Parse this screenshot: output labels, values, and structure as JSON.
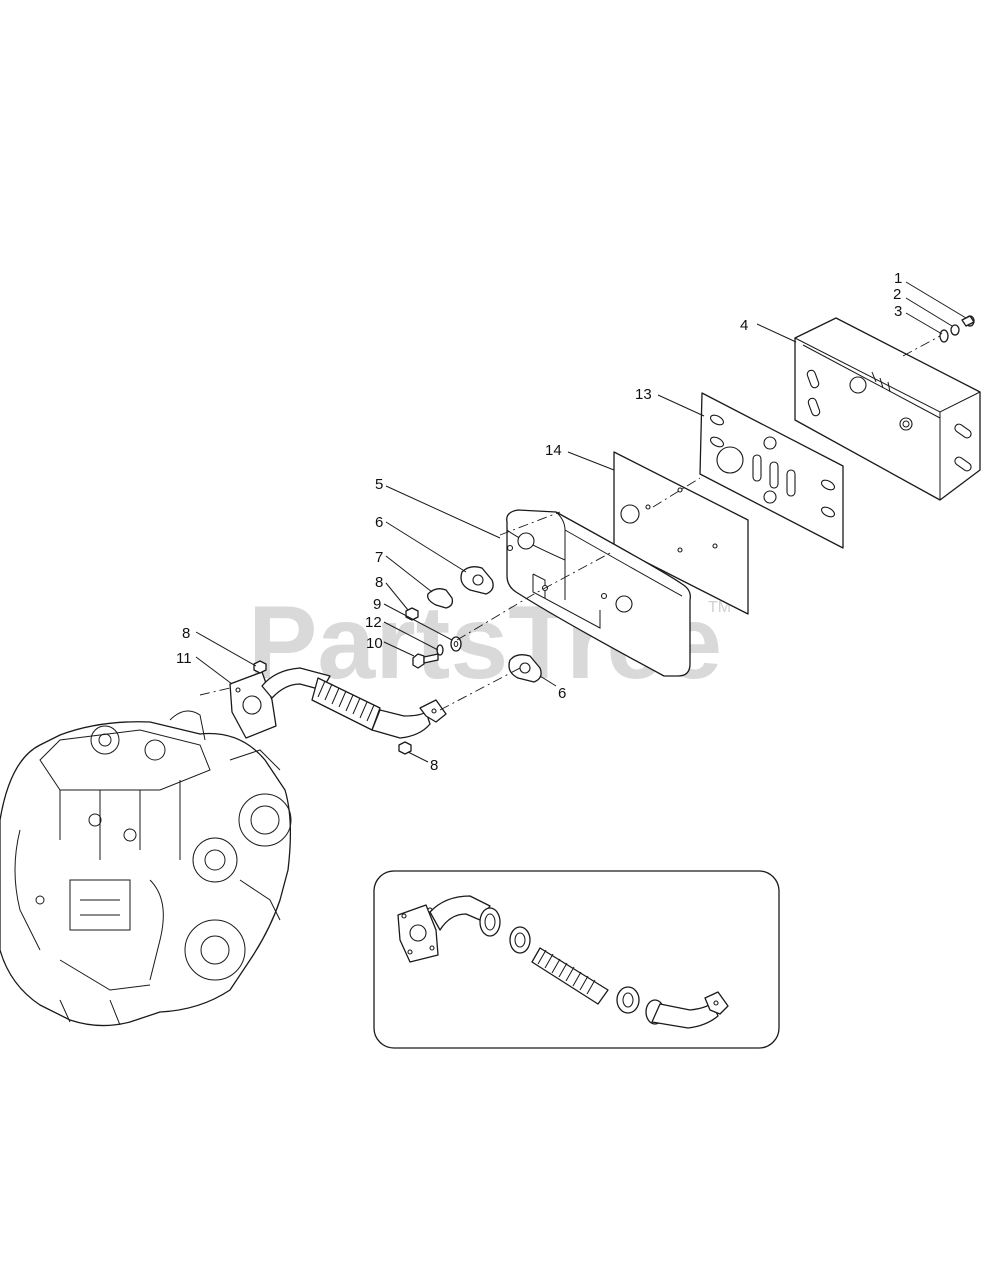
{
  "watermark": {
    "text": "PartsTree",
    "trademark": "TM"
  },
  "callouts": [
    {
      "id": "c1",
      "number": "1"
    },
    {
      "id": "c2",
      "number": "2"
    },
    {
      "id": "c3",
      "number": "3"
    },
    {
      "id": "c4",
      "number": "4"
    },
    {
      "id": "c13",
      "number": "13"
    },
    {
      "id": "c14",
      "number": "14"
    },
    {
      "id": "c5",
      "number": "5"
    },
    {
      "id": "c6a",
      "number": "6"
    },
    {
      "id": "c7",
      "number": "7"
    },
    {
      "id": "c8a",
      "number": "8"
    },
    {
      "id": "c9",
      "number": "9"
    },
    {
      "id": "c12",
      "number": "12"
    },
    {
      "id": "c10",
      "number": "10"
    },
    {
      "id": "c6b",
      "number": "6"
    },
    {
      "id": "c8b",
      "number": "8"
    },
    {
      "id": "c11",
      "number": "11"
    },
    {
      "id": "c8c",
      "number": "8"
    }
  ],
  "colors": {
    "line": "#1a1a1a",
    "watermark": "#d9d9d9",
    "background": "#ffffff"
  }
}
